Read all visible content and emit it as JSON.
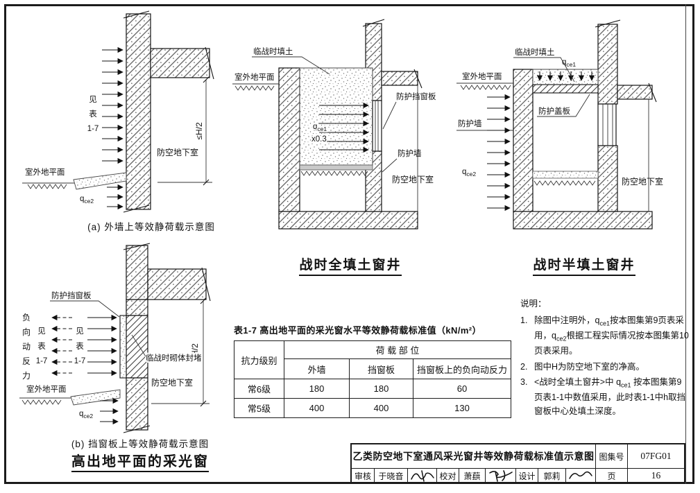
{
  "vars": {
    "q": "q",
    "ce1": "ce1",
    "ce2": "ce2",
    "x03": "x0.3"
  },
  "diagram_a": {
    "see_table": [
      "见",
      "表",
      "1-7"
    ],
    "ground_label": "室外地平面",
    "basement_label": "防空地下室",
    "dim_label": "≤H/2",
    "caption": "(a) 外墙上等效静荷载示意图"
  },
  "diagram_full_fill": {
    "fill_label": "临战时填土",
    "ground_label": "室外地平面",
    "board_label": "防护挡窗板",
    "wall_label": "防护墙",
    "basement_label": "防空地下室",
    "caption": "战时全填土窗井"
  },
  "diagram_half_fill": {
    "fill_label": "临战时填土",
    "ground_label": "室外地平面",
    "cover_label": "防护盖板",
    "wall_label": "防护墙",
    "basement_label": "防空地下室",
    "caption": "战时半填土窗井"
  },
  "diagram_b": {
    "neg_reaction": [
      "负",
      "向",
      "动",
      "反",
      "力"
    ],
    "see_table": [
      "见",
      "表",
      "1-7"
    ],
    "board_label": "防护挡窗板",
    "masonry_label": "临战时砌体封堵",
    "basement_label": "防空地下室",
    "ground_label": "室外地平面",
    "dim_label": "≤H/2",
    "caption": "(b) 挡窗板上等效静荷载示意图",
    "title": "高出地平面的采光窗"
  },
  "table": {
    "title": "表1-7 高出地平面的采光窗水平等效静荷载标准值（kN/m²）",
    "level_header": "抗力级别",
    "load_header": "荷  载  部  位",
    "columns": [
      "外墙",
      "挡窗板",
      "挡窗板上的负向动反力"
    ],
    "rows": [
      {
        "level": "常6级",
        "wall": "180",
        "board": "180",
        "neg": "60"
      },
      {
        "level": "常5级",
        "wall": "400",
        "board": "400",
        "neg": "130"
      }
    ]
  },
  "notes": {
    "heading": "说明：",
    "item1": {
      "num": "1.",
      "s1": "除图中注明外，",
      "s2": "按本图集第9页表采用，",
      "s3": "根据工程实际情况按本图集第10页表采用。"
    },
    "item2": {
      "num": "2.",
      "text": "图中H为防空地下室的净高。"
    },
    "item3": {
      "num": "3.",
      "s1": "<战时全填土窗井>中 ",
      "s2": " 按本图集第9页表1-1中数值采用，此时表1-1中h取挡窗板中心处填土深度。"
    }
  },
  "title_block": {
    "title": "乙类防空地下室通风采光窗井等效静荷载标准值示意图",
    "atlas_label": "图集号",
    "atlas_no": "07FG01",
    "page_label": "页",
    "page_no": "16",
    "reviewer_label": "审核",
    "reviewer": "于晓音",
    "proofreader_label": "校对",
    "proofreader": "萧蕻",
    "designer_label": "设计",
    "designer": "郭莉"
  }
}
